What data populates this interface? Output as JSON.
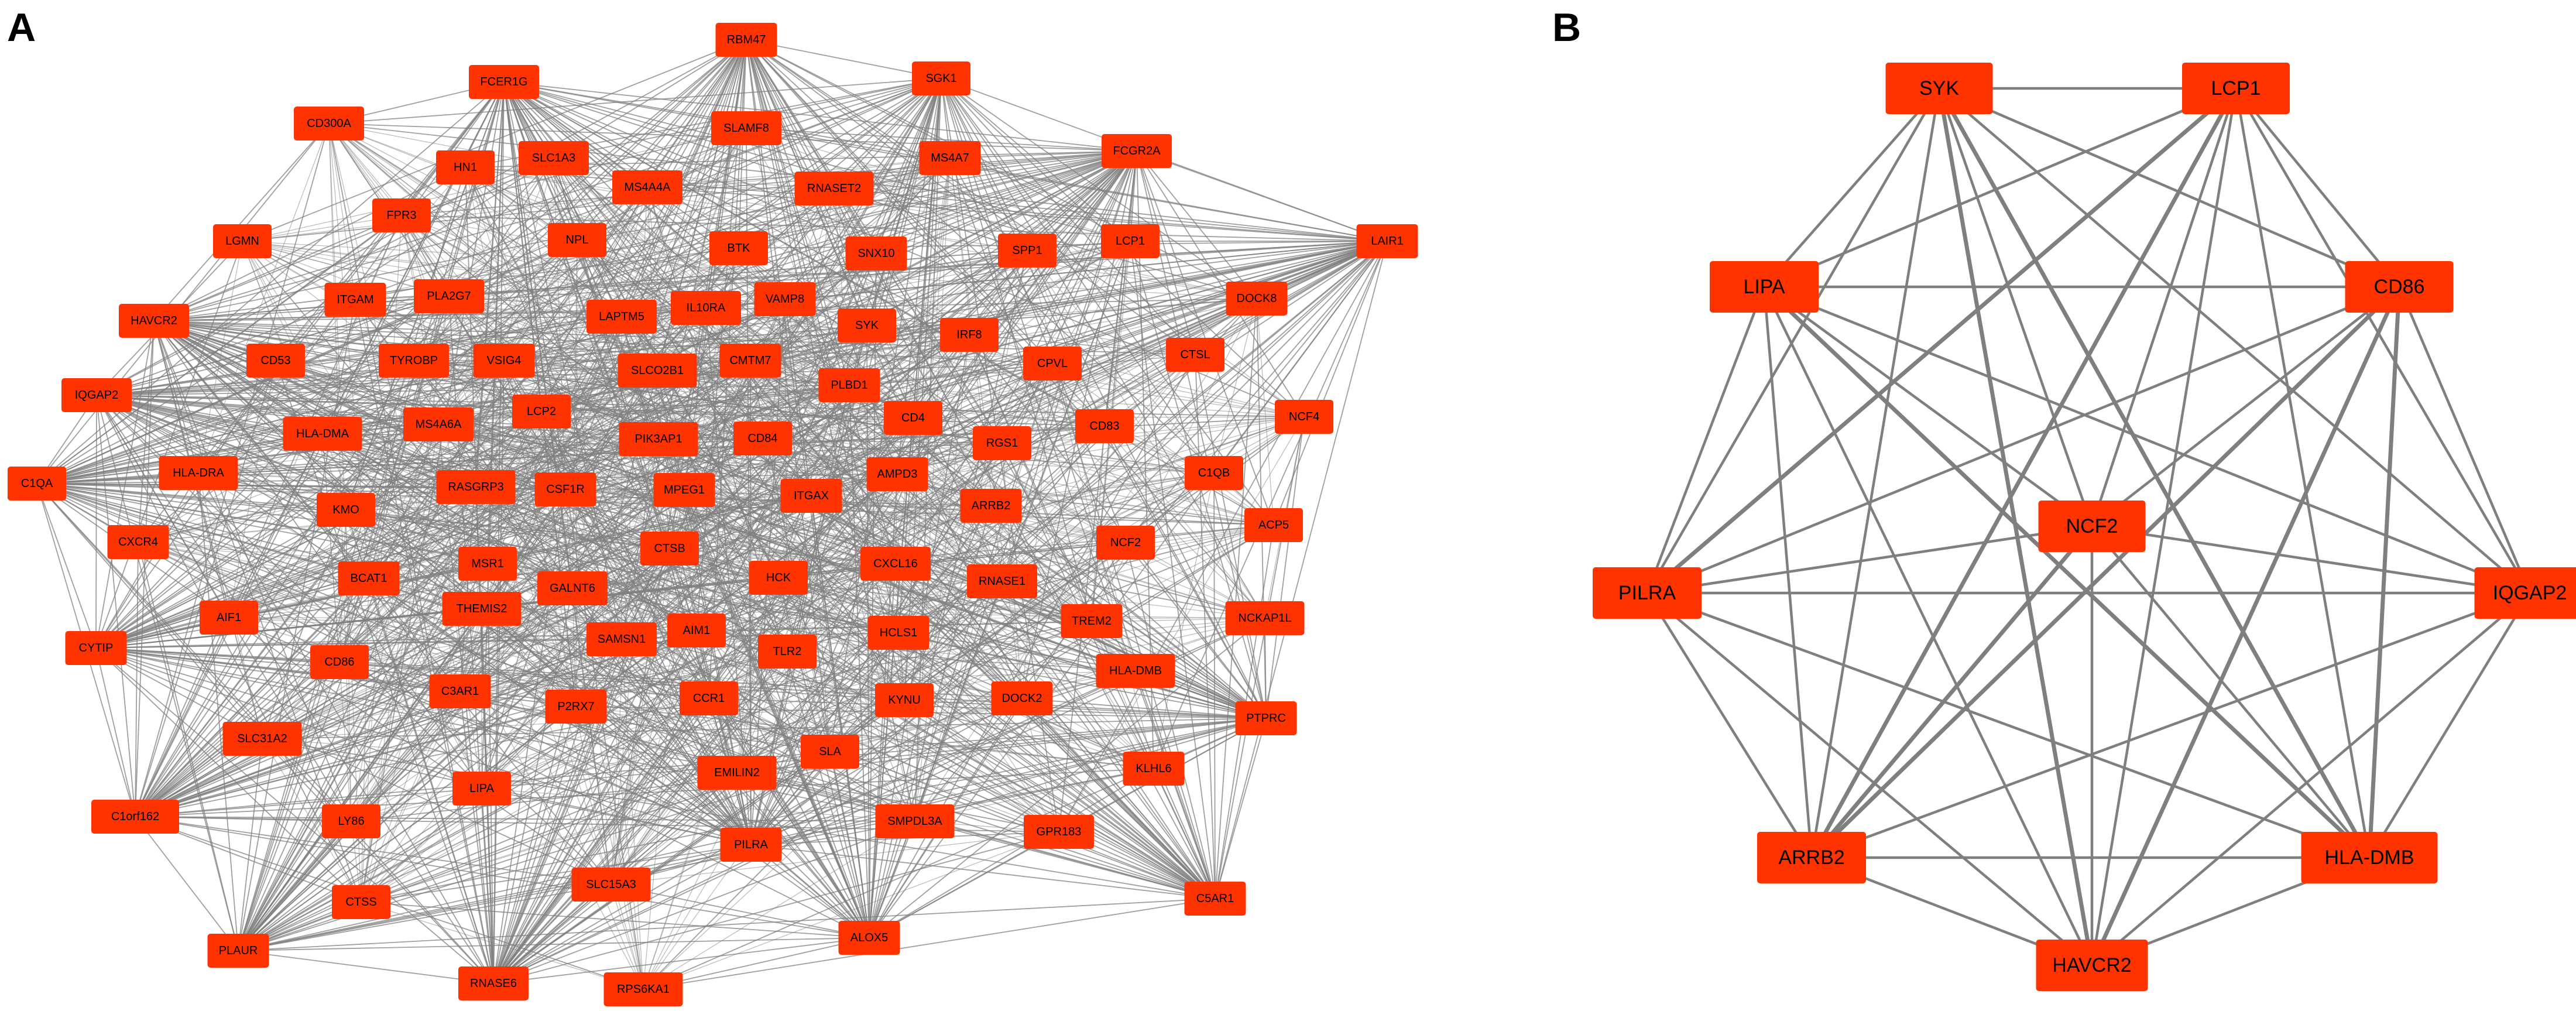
{
  "figure": {
    "node_fill": "#ff3300",
    "edge_color": "#7f7f7f",
    "background": "#ffffff"
  },
  "panels": [
    {
      "letter": "A",
      "nodes": [
        "RBM47",
        "FCER1G",
        "SGK1",
        "CD300A",
        "SLAMF8",
        "FCGR2A",
        "HN1",
        "SLC1A3",
        "MS4A7",
        "MS4A4A",
        "RNASET2",
        "FPR3",
        "LGMN",
        "NPL",
        "BTK",
        "SNX10",
        "SPP1",
        "LCP1",
        "LAIR1",
        "HAVCR2",
        "ITGAM",
        "PLA2G7",
        "IL10RA",
        "VAMP8",
        "LAPTM5",
        "DOCK8",
        "SYK",
        "IRF8",
        "CD53",
        "TYROBP",
        "VSIG4",
        "CMTM7",
        "SLCO2B1",
        "CTSL",
        "CPVL",
        "IQGAP2",
        "PLBD1",
        "LCP2",
        "HLA-DMA",
        "MS4A6A",
        "CD4",
        "NCF4",
        "CD84",
        "PIK3AP1",
        "CD83",
        "RGS1",
        "C1QA",
        "HLA-DRA",
        "RASGRP3",
        "CSF1R",
        "MPEG1",
        "ITGAX",
        "AMPD3",
        "C1QB",
        "KMO",
        "ARRB2",
        "CXCR4",
        "ACP5",
        "NCF2",
        "CTSB",
        "MSR1",
        "CXCL16",
        "BCAT1",
        "HCK",
        "RNASE1",
        "GALNT6",
        "AIF1",
        "THEMIS2",
        "NCKAP1L",
        "TREM2",
        "AIM1",
        "SAMSN1",
        "CYTIP",
        "HCLS1",
        "TLR2",
        "CD86",
        "HLA-DMB",
        "C3AR1",
        "CCR1",
        "P2RX7",
        "KYNU",
        "DOCK2",
        "PTPRC",
        "SLC31A2",
        "SLA",
        "EMILIN2",
        "KLHL6",
        "LIPA",
        "C1orf162",
        "LY86",
        "SMPDL3A",
        "GPR183",
        "PILRA",
        "SLC15A3",
        "CTSS",
        "C5AR1",
        "ALOX5",
        "PLAUR",
        "RNASE6",
        "RPS6KA1"
      ]
    },
    {
      "letter": "B",
      "nodes": [
        "SYK",
        "LCP1",
        "LIPA",
        "CD86",
        "NCF2",
        "PILRA",
        "IQGAP2",
        "ARRB2",
        "HLA-DMB",
        "HAVCR2"
      ]
    }
  ]
}
